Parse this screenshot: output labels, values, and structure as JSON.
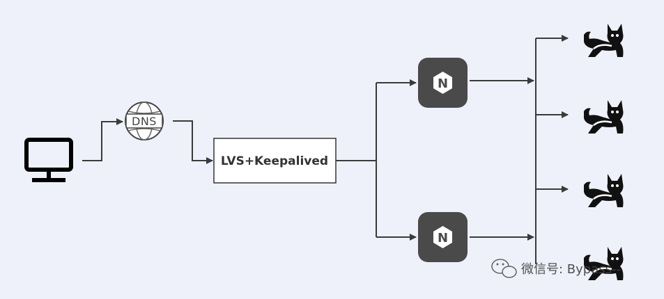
{
  "nodes": {
    "client": {
      "icon": "monitor-icon"
    },
    "dns": {
      "label": "DNS",
      "icon": "globe-icon"
    },
    "lvs": {
      "label": "LVS+Keepalived"
    },
    "nginx": [
      {
        "icon": "nginx-icon",
        "letter": "N"
      },
      {
        "icon": "nginx-icon",
        "letter": "N"
      }
    ],
    "tomcats": [
      {
        "icon": "tomcat-icon"
      },
      {
        "icon": "tomcat-icon"
      },
      {
        "icon": "tomcat-icon"
      },
      {
        "icon": "tomcat-icon"
      }
    ]
  },
  "watermark": {
    "text": "微信号: Bypass--",
    "icon": "wechat-icon"
  },
  "colors": {
    "background": "#eef1f9",
    "line": "#3a3a3a",
    "nginx_box": "#4a4a4a",
    "box_border": "#333333"
  }
}
